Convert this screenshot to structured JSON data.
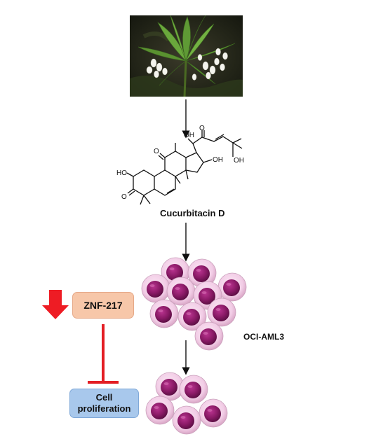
{
  "compound": {
    "name": "Cucurbitacin D",
    "groups": {
      "hydroxyl": "OH",
      "ketone": "O",
      "hydroxyl_ring_a": "HO"
    }
  },
  "cell_line": {
    "name": "OCI-AML3"
  },
  "target": {
    "name": "ZNF-217"
  },
  "outcome": {
    "line1": "Cell",
    "line2": "proliferation"
  },
  "colors": {
    "down_arrow": "#ee1c24",
    "inhibition_line": "#e31e24",
    "znf_box": "#f7c7a9",
    "outcome_box": "#a8c8ec",
    "cell_body": "#f5d5ec",
    "cell_nucleus": "#8a1a66"
  },
  "icons": [
    "plant-photo",
    "chemical-structure",
    "cell-cluster",
    "down-arrow-icon",
    "inhibition-bar"
  ]
}
